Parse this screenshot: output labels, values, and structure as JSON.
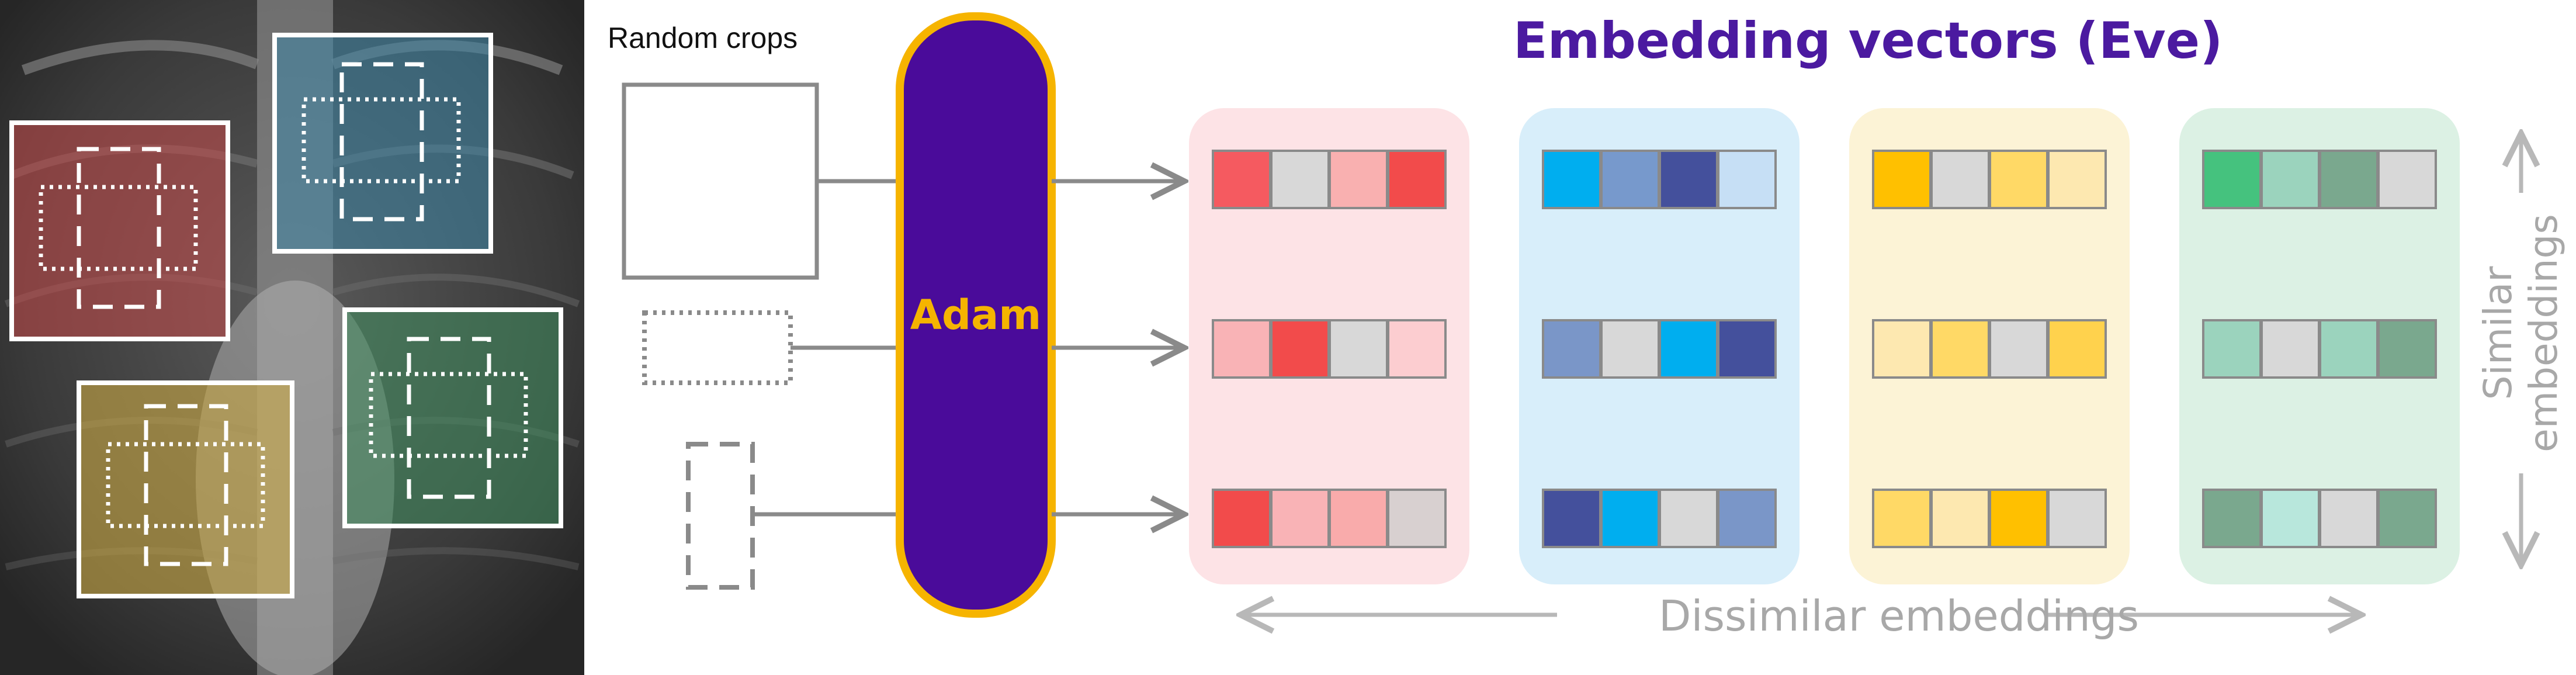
{
  "labels": {
    "random_crops": "Random crops",
    "adam": "Adam",
    "title": "Embedding vectors (Eve)",
    "dissimilar": "Dissimilar embeddings",
    "similar_line1": "Similar",
    "similar_line2": "embeddings"
  },
  "colors": {
    "adam_fill": "#4a0b9a",
    "adam_border": "#f6b400",
    "title": "#4b1aa0",
    "arrow": "#8a8a8a",
    "axis_arrow": "#b8b8b8",
    "crop_frame": "#ffffff"
  },
  "xray_regions": [
    {
      "name": "red",
      "color": "#c84a4a"
    },
    {
      "name": "blue",
      "color": "#3e86a8"
    },
    {
      "name": "green",
      "color": "#3f8e5e"
    },
    {
      "name": "yellow",
      "color": "#c9a845"
    }
  ],
  "groups": [
    {
      "name": "red",
      "bg": "#fde3e6",
      "rows": [
        [
          "#f55a60",
          "#d8d8d8",
          "#f9b0b0",
          "#f24b4b"
        ],
        [
          "#f9b3b6",
          "#f24b4b",
          "#d8d8d8",
          "#fccdd0"
        ],
        [
          "#f24b4b",
          "#f9b3b6",
          "#f9abab",
          "#d8d0d0"
        ]
      ]
    },
    {
      "name": "blue",
      "bg": "#d8eefa",
      "rows": [
        [
          "#00aeef",
          "#7799cc",
          "#44509c",
          "#c6dff5"
        ],
        [
          "#7a96c8",
          "#d8d8d8",
          "#00aeef",
          "#44509c"
        ],
        [
          "#44509c",
          "#00aeef",
          "#d8d8d8",
          "#7a96c8"
        ]
      ]
    },
    {
      "name": "yellow",
      "bg": "#fcf3d6",
      "rows": [
        [
          "#ffc000",
          "#d8d8d8",
          "#ffd966",
          "#fde8b0"
        ],
        [
          "#fde8b0",
          "#ffd966",
          "#d8d8d8",
          "#ffd24d"
        ],
        [
          "#ffd966",
          "#fde8b0",
          "#ffc000",
          "#d8d8d8"
        ]
      ]
    },
    {
      "name": "green",
      "bg": "#dcf1e4",
      "rows": [
        [
          "#45c27e",
          "#9bd3bd",
          "#7aa88e",
          "#d8d8d8"
        ],
        [
          "#9bd3bd",
          "#d8d8d8",
          "#9bd3bd",
          "#7aa88e"
        ],
        [
          "#7aa88e",
          "#b8e7dc",
          "#d8d8d8",
          "#7aa88e"
        ]
      ]
    }
  ]
}
